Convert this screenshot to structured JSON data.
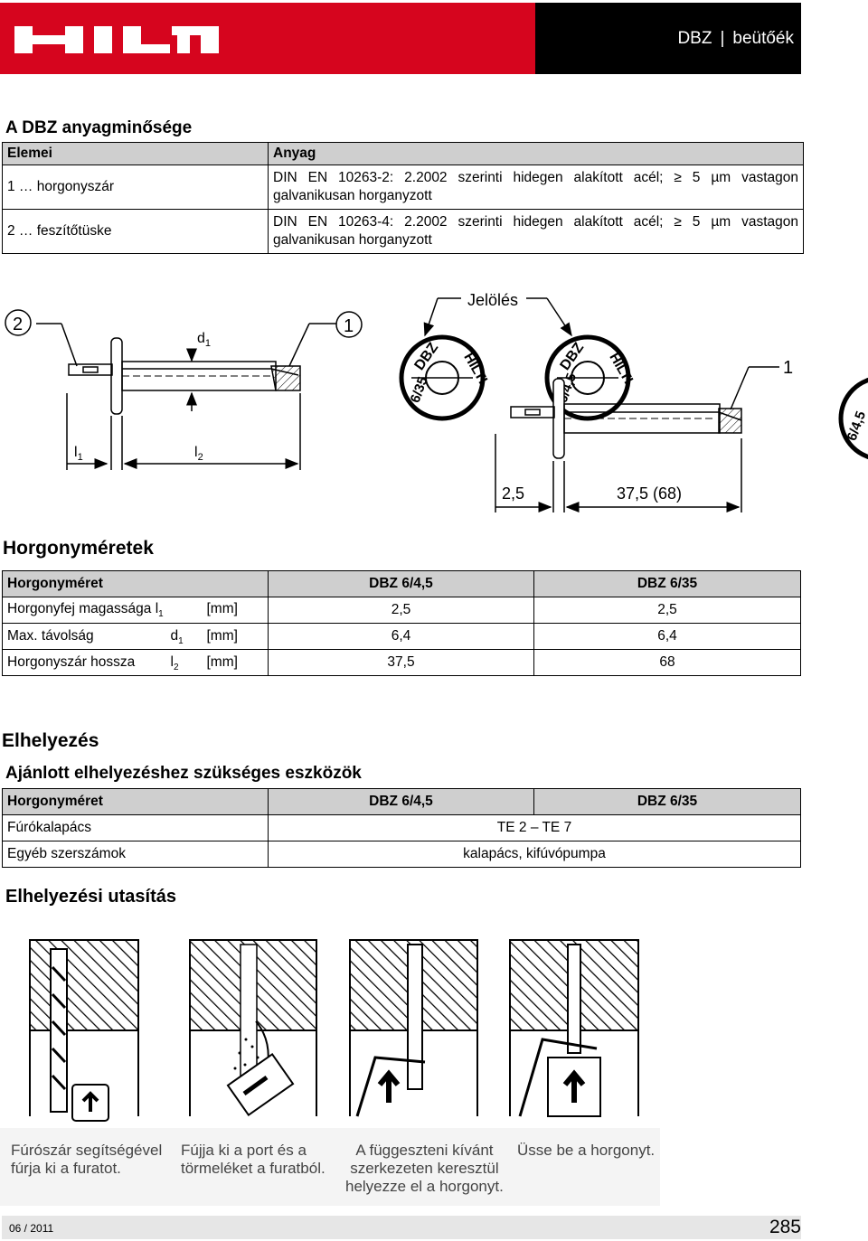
{
  "header": {
    "logo_text": "HILTI",
    "product": "DBZ",
    "separator": "|",
    "category": "beütőék",
    "colors": {
      "brand_red": "#d6051e",
      "bar_black": "#000000"
    }
  },
  "material": {
    "heading": "A DBZ anyagminősége",
    "col_element": "Elemei",
    "col_material": "Anyag",
    "rows": [
      {
        "element": "1 … horgonyszár",
        "material": "DIN EN 10263-2: 2.2002 szerinti hidegen alakított acél; ≥ 5 µm vastagon galvanikusan horganyzott"
      },
      {
        "element": "2 … feszítőtüske",
        "material": "DIN EN 10263-4: 2.2002 szerinti hidegen alakított acél; ≥ 5 µm vastagon galvanikusan horganyzott"
      }
    ]
  },
  "drawing": {
    "callout_2": "2",
    "callout_1a": "1",
    "callout_1b": "1",
    "label_d": "d",
    "label_d_sub": "1",
    "label_l1": "l",
    "label_l1_sub": "1",
    "label_l2": "l",
    "label_l2_sub": "2",
    "marking_label": "Jelölés",
    "head_text_a": "DBZ",
    "head_text_b": "HILTI",
    "head_size_a": "6/35",
    "head_size_b": "6/4,5",
    "dim_head": "2,5",
    "dim_length": "37,5 (68)"
  },
  "dimensions": {
    "heading": "Horgonyméretek",
    "header": [
      "Horgonyméret",
      "DBZ 6/4,5",
      "DBZ 6/35"
    ],
    "rows": [
      {
        "name": "Horgonyfej magassága",
        "sym": "l",
        "sub": "1",
        "unit": "[mm]",
        "v1": "2,5",
        "v2": "2,5"
      },
      {
        "name": "Max. távolság",
        "sym": "d",
        "sub": "1",
        "unit": "[mm]",
        "v1": "6,4",
        "v2": "6,4"
      },
      {
        "name": "Horgonyszár hossza",
        "sym": "l",
        "sub": "2",
        "unit": "[mm]",
        "v1": "37,5",
        "v2": "68"
      }
    ]
  },
  "setting": {
    "heading": "Elhelyezés",
    "tools_heading": "Ajánlott elhelyezéshez szükséges eszközök",
    "header": [
      "Horgonyméret",
      "DBZ 6/4,5",
      "DBZ 6/35"
    ],
    "rows": [
      {
        "name": "Fúrókalapács",
        "value": "TE 2 – TE 7"
      },
      {
        "name": "Egyéb szerszámok",
        "value": "kalapács, kifúvópumpa"
      }
    ],
    "instructions_heading": "Elhelyezési utasítás",
    "steps": [
      {
        "line1": "Fúrószár segítségével",
        "line2": "fúrja ki a furatot.",
        "line3": ""
      },
      {
        "line1": "Fújja ki a port és a",
        "line2": "törmeléket a furatból.",
        "line3": ""
      },
      {
        "line1": "A függeszteni kívánt",
        "line2": "szerkezeten keresztül",
        "line3": "helyezze el a horgonyt."
      },
      {
        "line1": "Üsse be a horgonyt.",
        "line2": "",
        "line3": ""
      }
    ]
  },
  "footer": {
    "date": "06 / 2011",
    "page": "285"
  }
}
